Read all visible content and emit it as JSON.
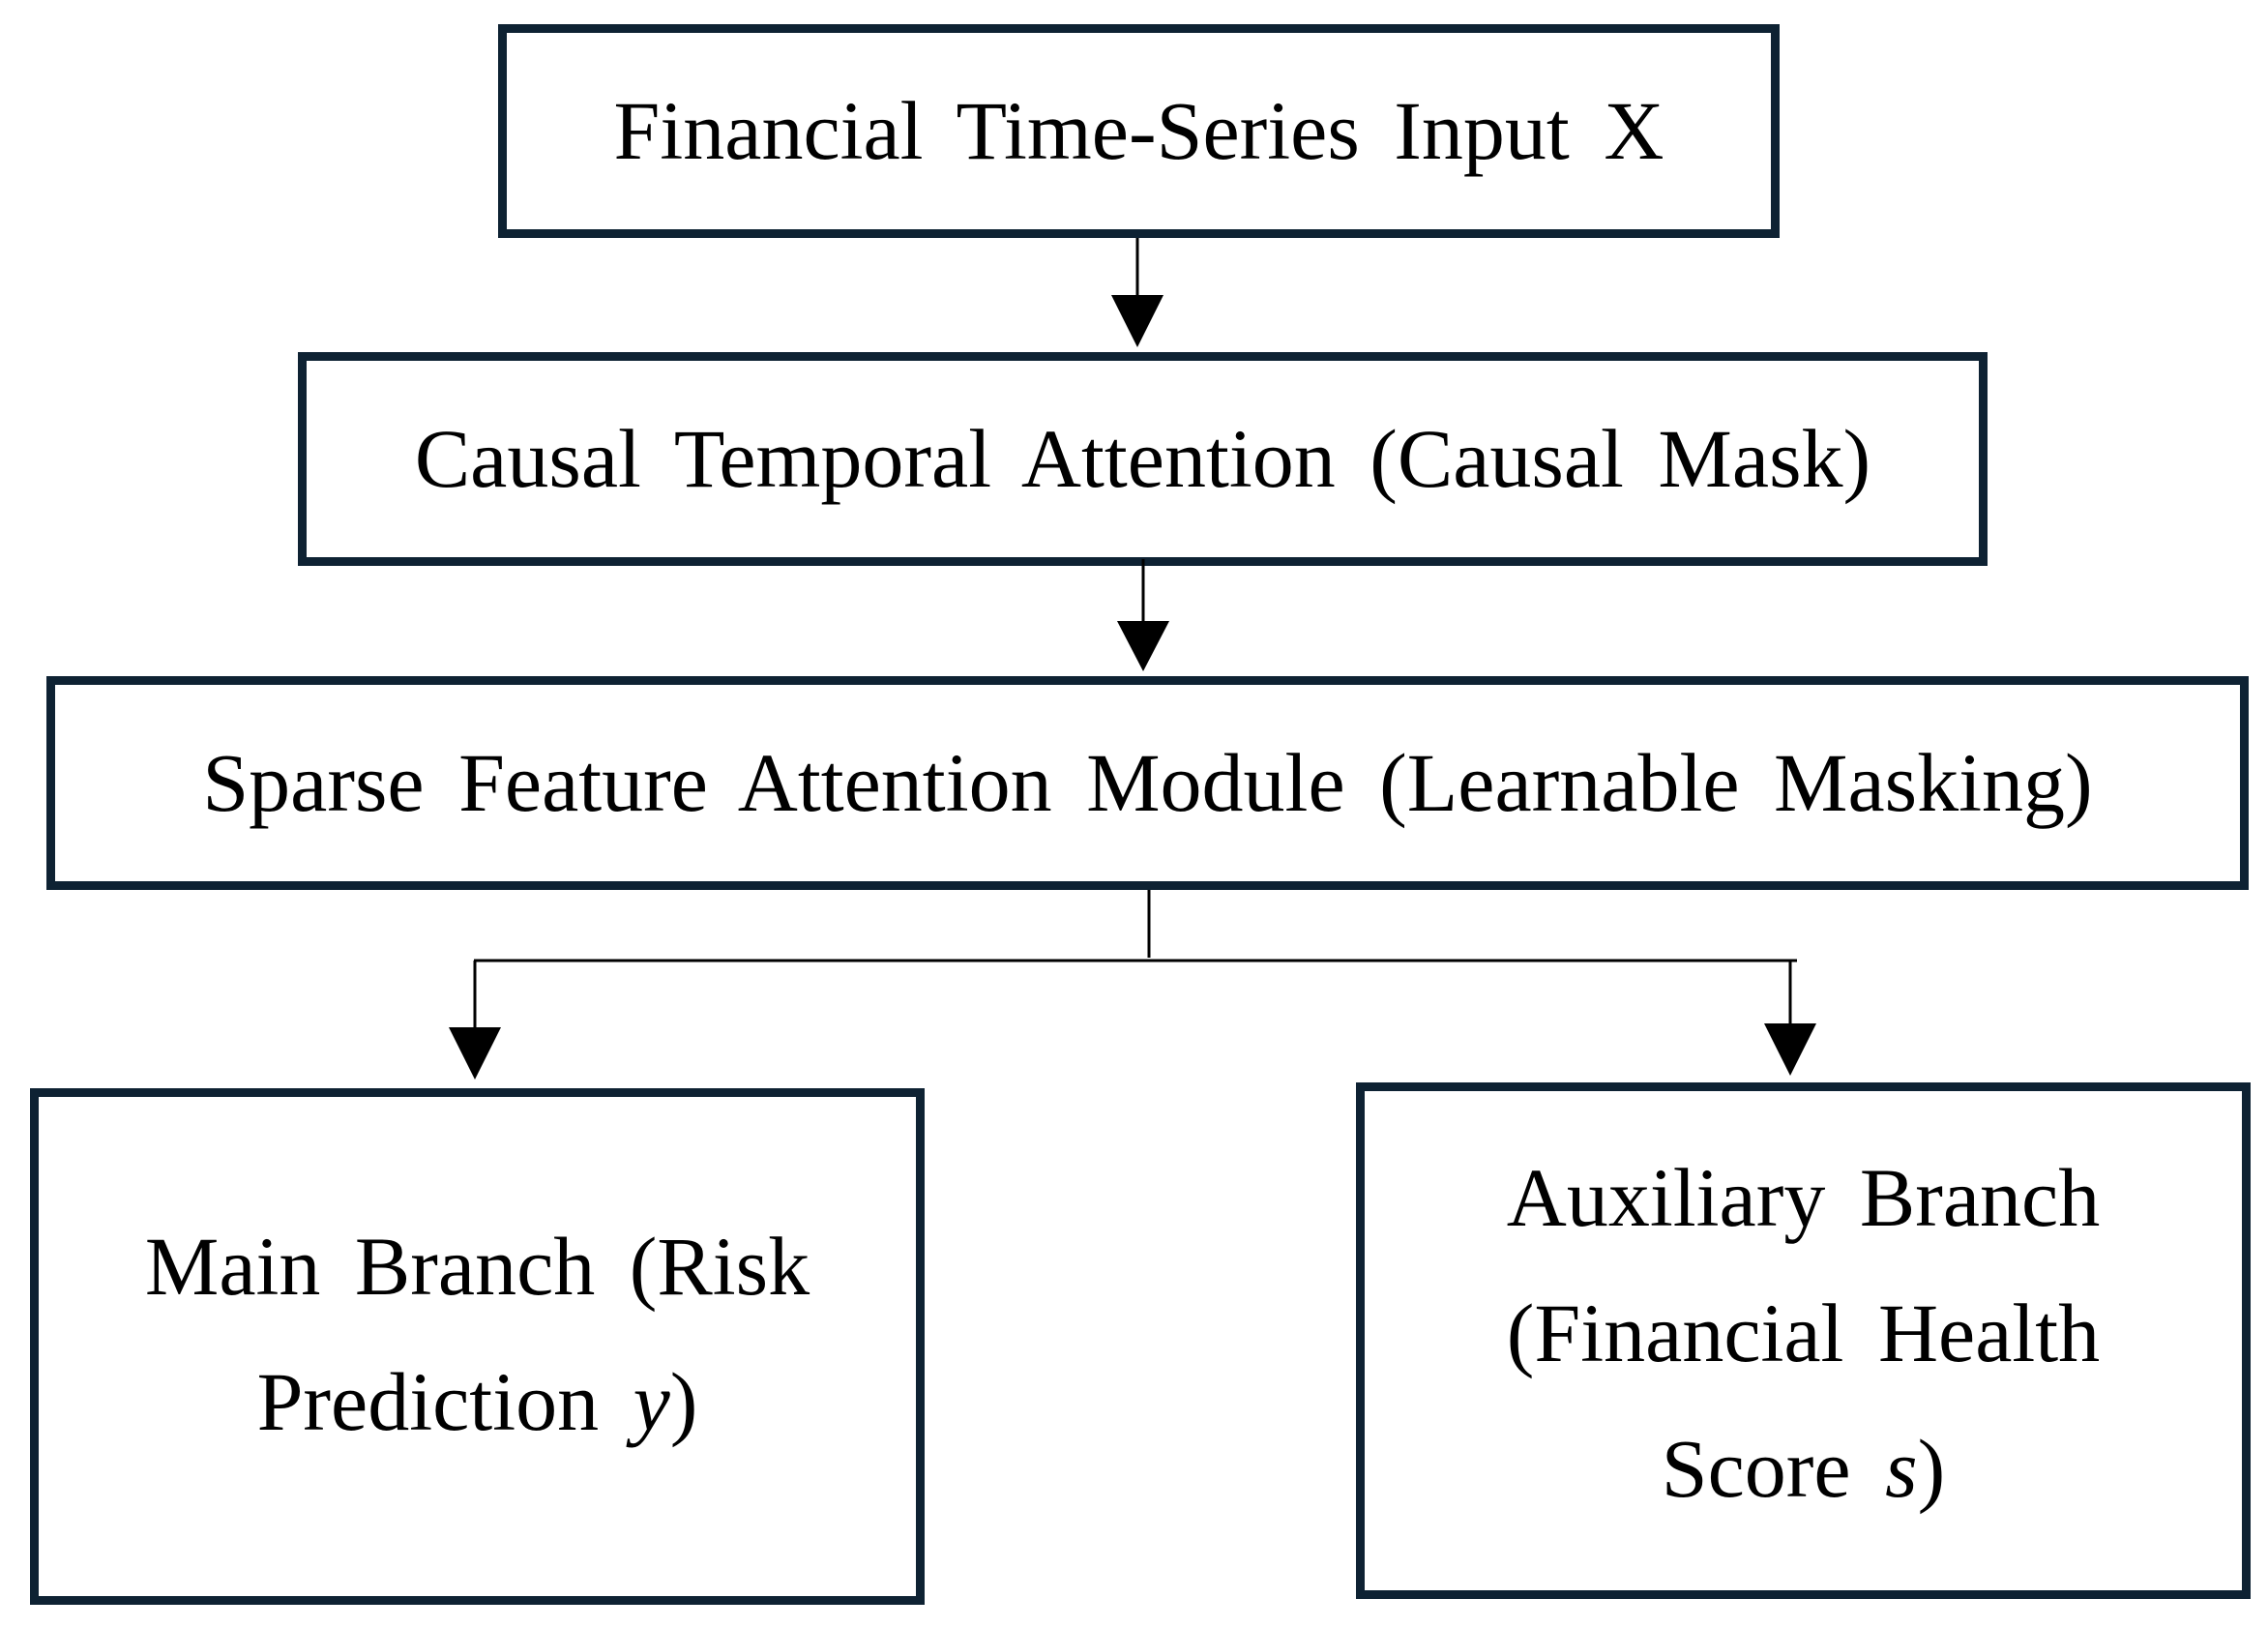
{
  "diagram": {
    "nodes": {
      "input": {
        "label": "Financial Time-Series Input X"
      },
      "causal": {
        "label": "Causal Temporal Attention (Causal Mask)"
      },
      "sparse": {
        "label": "Sparse Feature Attention Module (Learnable Masking)"
      },
      "main": {
        "line1": "Main Branch (Risk",
        "line2_text": "Prediction ",
        "line2_var": "y",
        "line2_close": ")"
      },
      "aux": {
        "line1": "Auxiliary Branch",
        "line2": "(Financial Health",
        "line3_text": "Score ",
        "line3_var": "s",
        "line3_close": ")"
      }
    },
    "edges": [
      {
        "from": "input",
        "to": "causal"
      },
      {
        "from": "causal",
        "to": "sparse"
      },
      {
        "from": "sparse",
        "to": "main"
      },
      {
        "from": "sparse",
        "to": "aux"
      }
    ],
    "colors": {
      "box_border": "#0e2233",
      "connector": "#000000"
    }
  }
}
